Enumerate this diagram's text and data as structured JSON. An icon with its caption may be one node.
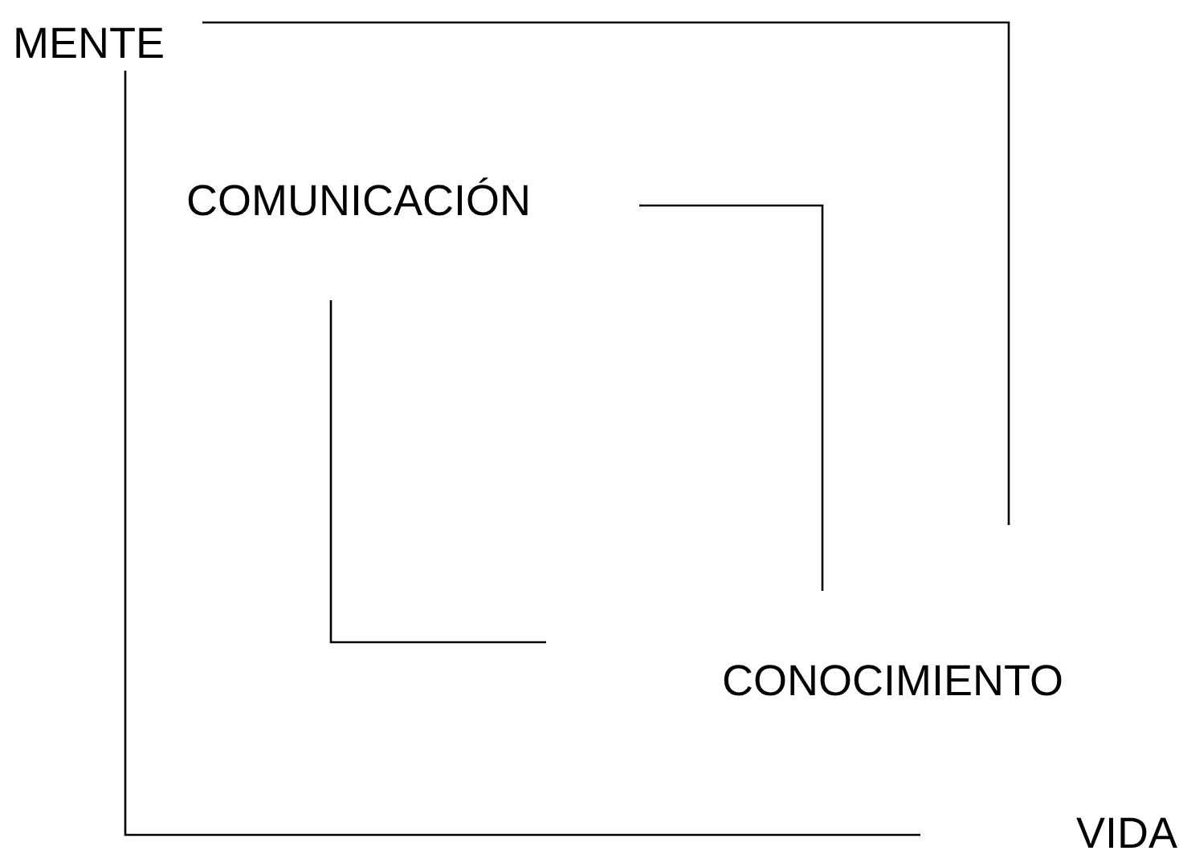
{
  "diagram": {
    "nodes": [
      {
        "text": [
          "MENTE"
        ]
      },
      {
        "text": [
          "COMUNICACIÓN"
        ]
      },
      {
        "text": [
          "CONOCIMIENTO"
        ]
      },
      {
        "text": [
          "VIDA"
        ]
      }
    ],
    "edges": [
      {
        "from": 0,
        "to": null,
        "arrow": "none"
      },
      {
        "from": 0,
        "to": null,
        "arrow": "none"
      },
      {
        "from": 1,
        "to": null,
        "arrow": "none"
      },
      {
        "from": 1,
        "to": null,
        "arrow": "none"
      }
    ]
  }
}
